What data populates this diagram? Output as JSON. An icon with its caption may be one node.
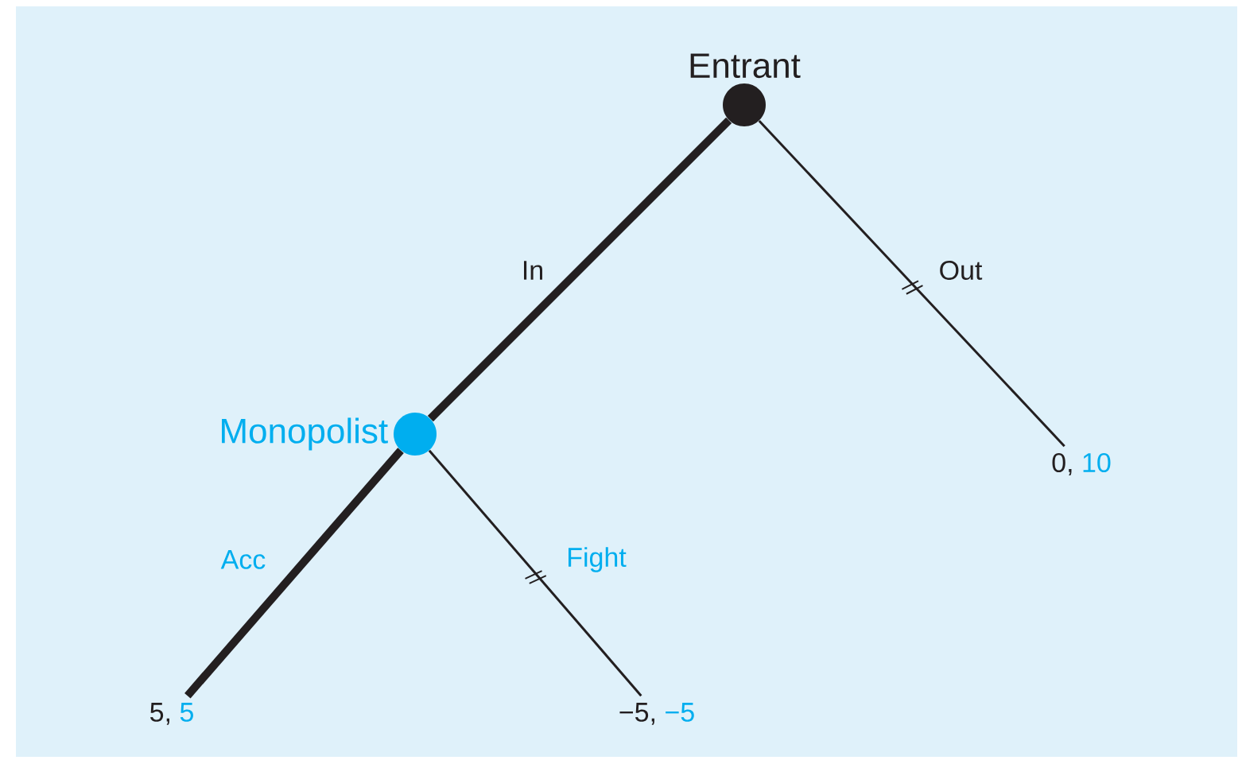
{
  "diagram": {
    "nodes": [
      {
        "text": [
          "Entrant"
        ]
      },
      {
        "text": [
          "Monopolist"
        ]
      },
      {
        "text": [
          "0,",
          "10"
        ]
      },
      {
        "text": [
          "5,",
          "5"
        ]
      },
      {
        "text": [
          "−5,",
          "−5"
        ]
      }
    ],
    "edges": [
      {
        "from": 0,
        "to": 1,
        "arrow": "none",
        "label": "In",
        "style": "thick"
      },
      {
        "from": 0,
        "to": 2,
        "arrow": "none",
        "label": "Out"
      },
      {
        "from": 1,
        "to": 3,
        "arrow": "none",
        "label": "Acc",
        "style": "thick"
      },
      {
        "from": 1,
        "to": 4,
        "arrow": "none",
        "label": "Fight"
      }
    ]
  }
}
